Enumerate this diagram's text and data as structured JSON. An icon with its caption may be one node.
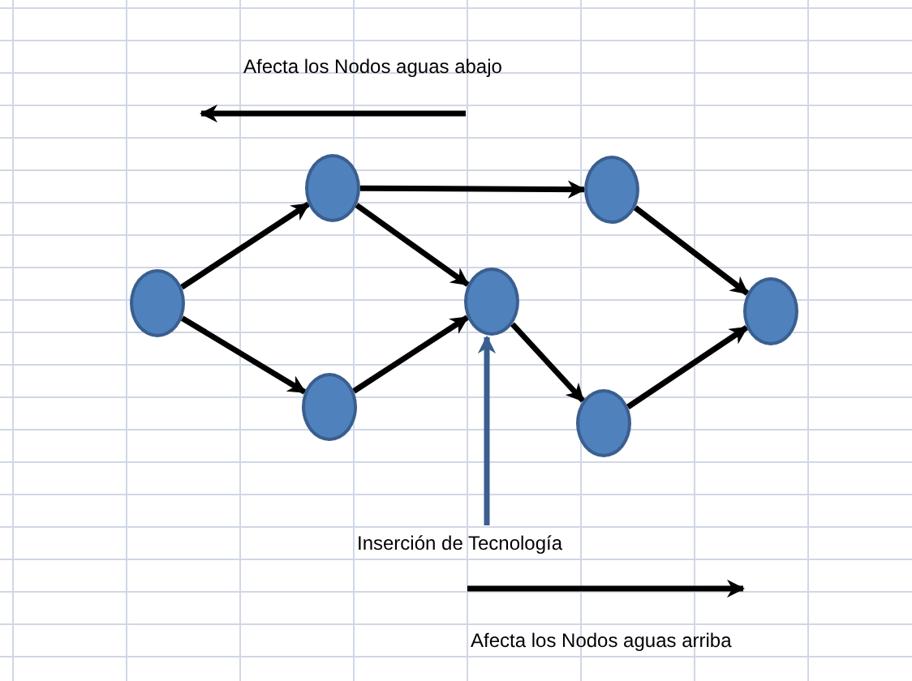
{
  "diagram": {
    "nodes": [
      {
        "text": [],
        "shape": "circle"
      },
      {
        "text": [],
        "shape": "circle"
      },
      {
        "text": [],
        "shape": "circle"
      },
      {
        "text": [],
        "shape": "circle"
      },
      {
        "text": [],
        "shape": "circle"
      },
      {
        "text": [],
        "shape": "circle"
      },
      {
        "text": [],
        "shape": "circle"
      },
      {
        "text": [
          "Inserción de Tecnología"
        ]
      }
    ],
    "edges": [
      {
        "from": 0,
        "to": 1,
        "arrow": "to"
      },
      {
        "from": 0,
        "to": 2,
        "arrow": "to"
      },
      {
        "from": 1,
        "to": 4,
        "arrow": "to"
      },
      {
        "from": 1,
        "to": 3,
        "arrow": "to"
      },
      {
        "from": 2,
        "to": 3,
        "arrow": "to"
      },
      {
        "from": 3,
        "to": 5,
        "arrow": "to"
      },
      {
        "from": 4,
        "to": 6,
        "arrow": "to"
      },
      {
        "from": 5,
        "to": 6,
        "arrow": "to"
      },
      {
        "from": 7,
        "to": 3,
        "arrow": "to",
        "color": "#3a5f8f"
      }
    ],
    "labels": [
      "Afecta los Nodos aguas abajo",
      "Afecta los Nodos aguas arriba"
    ]
  }
}
